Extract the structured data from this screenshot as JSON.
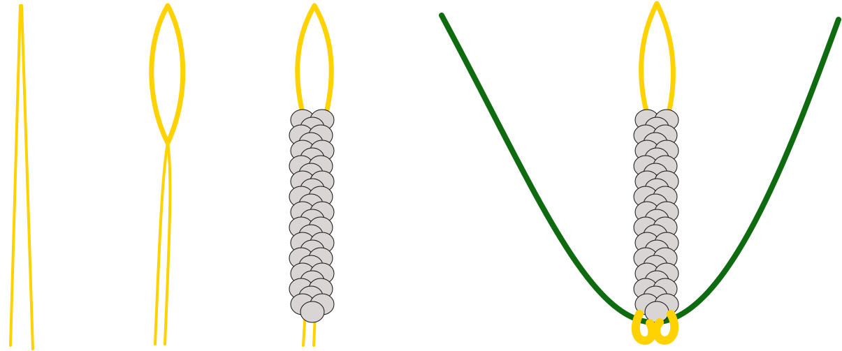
{
  "diagram": {
    "steps": [
      {
        "id": "step-1",
        "description_visible": ""
      },
      {
        "id": "step-2",
        "description_visible": ""
      },
      {
        "id": "step-3",
        "description_visible": ""
      },
      {
        "id": "step-4",
        "description_visible": ""
      }
    ],
    "colors": {
      "wire": "#ffd200",
      "wire_dark": "#f2c300",
      "bead_fill": "#d9d5d5",
      "bead_stroke": "#111111",
      "necklace": "#0f6b10",
      "background": "#ffffff"
    }
  }
}
